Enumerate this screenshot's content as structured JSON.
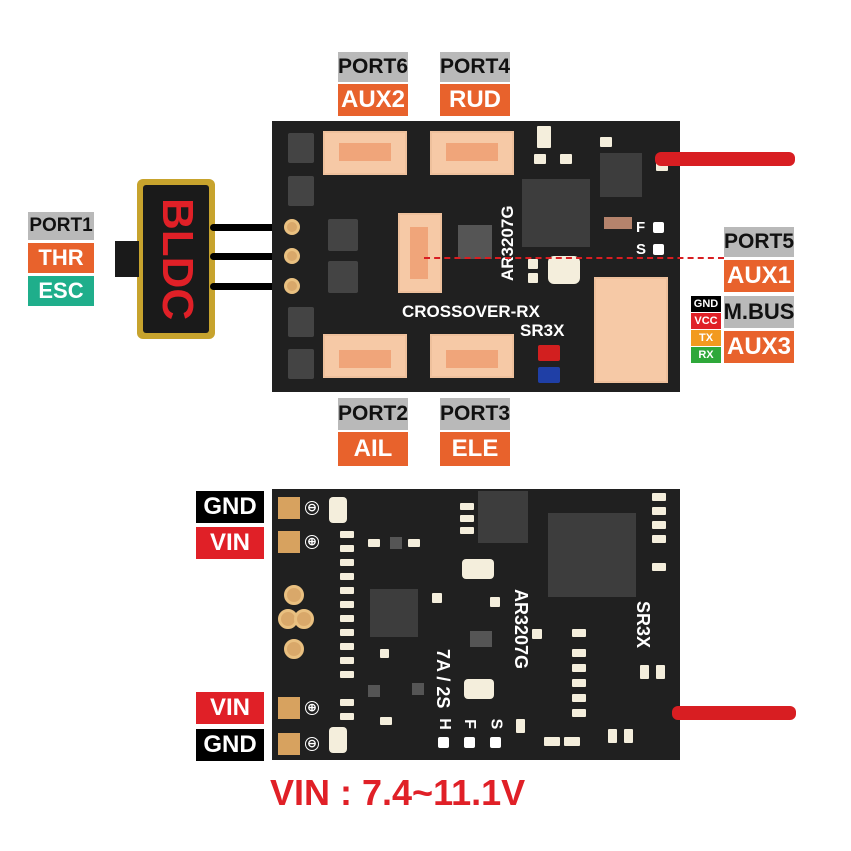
{
  "top_view": {
    "port1": {
      "port": "PORT1",
      "function": "THR",
      "extra": "ESC"
    },
    "port6": {
      "port": "PORT6",
      "function": "AUX2"
    },
    "port4": {
      "port": "PORT4",
      "function": "RUD"
    },
    "port2": {
      "port": "PORT2",
      "function": "AIL"
    },
    "port3": {
      "port": "PORT3",
      "function": "ELE"
    },
    "port5": {
      "port": "PORT5",
      "function": "AUX1"
    },
    "mbus": {
      "label": "M.BUS",
      "function": "AUX3",
      "pins": [
        "GND",
        "VCC",
        "TX",
        "RX"
      ]
    },
    "motor_label": "BLDC",
    "silk": {
      "chip": "AR3207G",
      "name": "CROSSOVER-RX",
      "model": "SR3X",
      "f": "F",
      "s": "S"
    }
  },
  "bottom_view": {
    "gnd_top": "GND",
    "vin_top": "VIN",
    "vin_bottom": "VIN",
    "gnd_bottom": "GND",
    "silk": {
      "chip": "AR3207G",
      "esc_spec": "7A / 2S",
      "model": "SR3X",
      "h": "H",
      "f": "F",
      "s": "S"
    }
  },
  "voltage": "VIN : 7.4~11.1V",
  "colors": {
    "port_gray": "#b9b9b9",
    "function_orange": "#e8622c",
    "esc_teal": "#1fae8b",
    "power_red": "#e02027",
    "gnd_black": "#000000",
    "pcb": "#202020",
    "antenna": "#d81e22"
  },
  "icons": {
    "minus": "⊖",
    "plus": "⊕"
  }
}
